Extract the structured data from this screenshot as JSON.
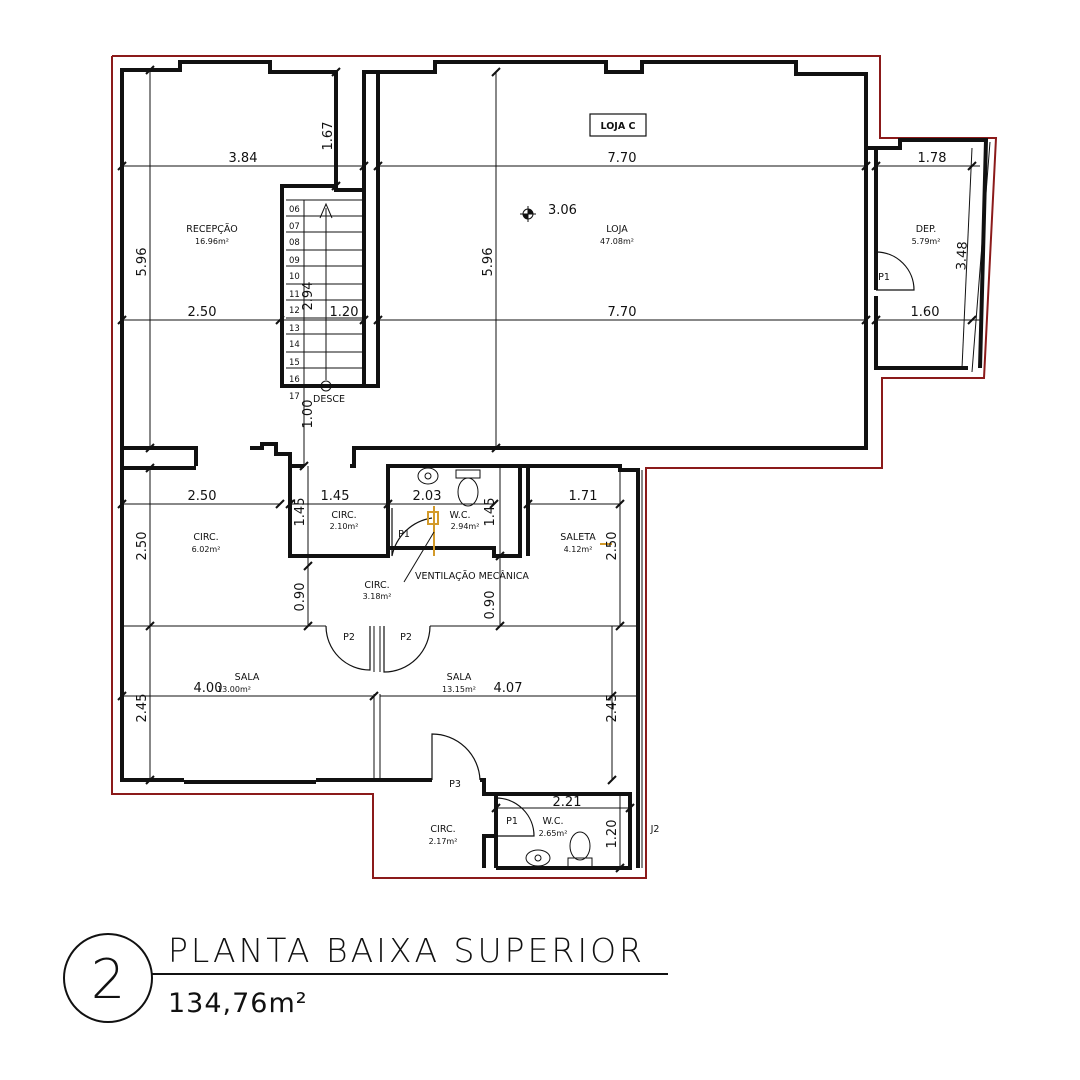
{
  "title_block": {
    "number": "2",
    "title": "PLANTA BAIXA SUPERIOR",
    "area": "134,76m²"
  },
  "store_tag": "LOJA C",
  "level_mark": "3.06",
  "stair_note": "DESCE",
  "ventilation_note": "VENTILAÇÃO MECÂNICA",
  "rooms": [
    {
      "id": "recepcao",
      "name": "RECEPÇÃO",
      "area": "16.96m²"
    },
    {
      "id": "loja",
      "name": "LOJA",
      "area": "47.08m²"
    },
    {
      "id": "dep",
      "name": "DEP.",
      "area": "5.79m²"
    },
    {
      "id": "circ-a",
      "name": "CIRC.",
      "area": "6.02m²"
    },
    {
      "id": "circ-b",
      "name": "CIRC.",
      "area": "2.10m²"
    },
    {
      "id": "wc-a",
      "name": "W.C.",
      "area": "2.94m²"
    },
    {
      "id": "saleta",
      "name": "SALETA",
      "area": "4.12m²"
    },
    {
      "id": "circ-c",
      "name": "CIRC.",
      "area": "3.18m²"
    },
    {
      "id": "sala-a",
      "name": "SALA",
      "area": "13.00m²"
    },
    {
      "id": "sala-b",
      "name": "SALA",
      "area": "13.15m²"
    },
    {
      "id": "circ-d",
      "name": "CIRC.",
      "area": "2.17m²"
    },
    {
      "id": "wc-b",
      "name": "W.C.",
      "area": "2.65m²"
    }
  ],
  "doors": [
    "P1",
    "P1",
    "P1",
    "P2",
    "P2",
    "P3",
    "J2"
  ],
  "stair_steps": [
    "06",
    "07",
    "08",
    "09",
    "10",
    "11",
    "12",
    "13",
    "14",
    "15",
    "16",
    "17"
  ],
  "dimensions": {
    "recepcao_width_top": "3.84",
    "recepcao_top_height": "1.67",
    "loja_width_top": "7.70",
    "dep_width_top": "1.78",
    "dep_height": "3.48",
    "dep_width_bottom": "1.60",
    "left_height": "5.96",
    "loja_height": "5.96",
    "recepcao_width_mid": "2.50",
    "stair_width": "1.20",
    "stair_length": "2.94",
    "loja_width_mid": "7.70",
    "stair_landing": "1.00",
    "circ_a_width": "2.50",
    "circ_b_width": "1.45",
    "wc_a_width": "2.03",
    "saleta_width": "1.71",
    "circ_a_height": "2.50",
    "circ_b_height": "1.45",
    "wc_a_height": "1.45",
    "saleta_height": "2.50",
    "circ_c_left": "0.90",
    "circ_c_right": "0.90",
    "sala_a_width": "4.00",
    "sala_b_width": "4.07",
    "sala_a_height": "2.45",
    "sala_b_height": "2.45",
    "wc_b_width": "2.21",
    "wc_b_height": "1.20"
  }
}
